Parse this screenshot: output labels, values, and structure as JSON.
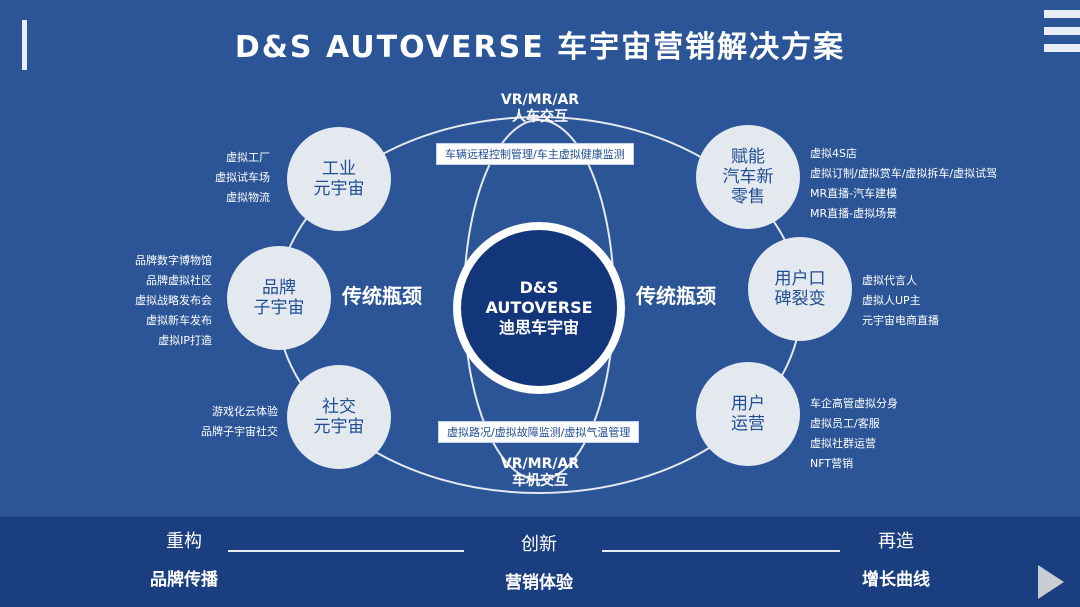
{
  "title": "D&S AUTOVERSE 车宇宙营销解决方案",
  "center": {
    "line1": "D&S",
    "line2": "AUTOVERSE",
    "line3": "迪思车宇宙"
  },
  "bottleneck_left": "传统瓶颈",
  "bottleneck_right": "传统瓶颈",
  "top_interaction": {
    "line1": "VR/MR/AR",
    "line2": "人车交互",
    "box": "车辆远程控制管理/车主虚拟健康监测"
  },
  "bottom_interaction": {
    "line1": "VR/MR/AR",
    "line2": "车机交互",
    "box": "虚拟路况/虚拟故障监测/虚拟气温管理"
  },
  "nodes": {
    "industry": {
      "label1": "工业",
      "label2": "元宇宙",
      "items": [
        "虚拟工厂",
        "虚拟试车场",
        "虚拟物流"
      ]
    },
    "brand": {
      "label1": "品牌",
      "label2": "子宇宙",
      "items": [
        "品牌数字博物馆",
        "品牌虚拟社区",
        "虚拟战略发布会",
        "虚拟新车发布",
        "虚拟IP打造"
      ]
    },
    "social": {
      "label1": "社交",
      "label2": "元宇宙",
      "items": [
        "游戏化云体验",
        "品牌子宇宙社交"
      ]
    },
    "retail": {
      "label1": "赋能",
      "label2": "汽车新",
      "label3": "零售",
      "items": [
        "虚拟4S店",
        "虚拟订制/虚拟赏车/虚拟拆车/虚拟试驾",
        "MR直播-汽车建模",
        "MR直播-虚拟场景"
      ]
    },
    "reputation": {
      "label1": "用户口",
      "label2": "碑裂变",
      "items": [
        "虚拟代言人",
        "虚拟人UP主",
        "元宇宙电商直播"
      ]
    },
    "operation": {
      "label1": "用户",
      "label2": "运营",
      "items": [
        "车企高管虚拟分身",
        "虚拟员工/客服",
        "虚拟社群运营",
        "NFT营销"
      ]
    }
  },
  "bottom_bar": {
    "left": {
      "top": "重构",
      "bottom": "品牌传播"
    },
    "middle": {
      "top": "创新",
      "bottom": "营销体验"
    },
    "right": {
      "top": "再造",
      "bottom": "增长曲线"
    }
  },
  "colors": {
    "background": "#2b5597",
    "dark": "#13357a",
    "circle": "#e4e8ef",
    "accent": "#1f4e93"
  },
  "icons": [
    "menu-icon",
    "play-icon"
  ]
}
